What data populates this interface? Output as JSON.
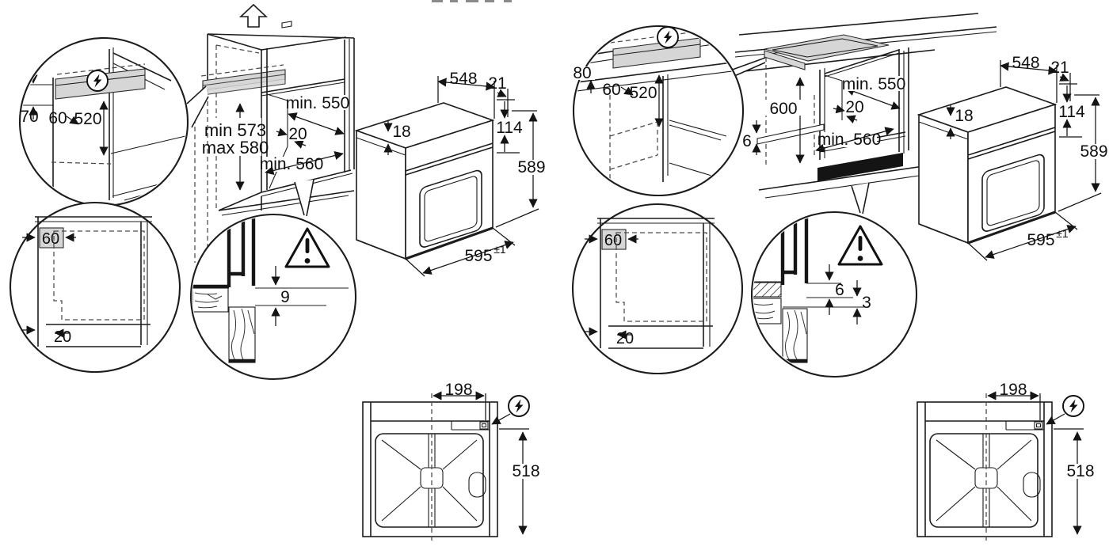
{
  "figure": "built-in oven installation dimension drawing (two build-in scenarios, millimetres)",
  "colors": {
    "line": "#1c1c1c",
    "shaded_zone": "#d6d6d6",
    "plinth_strip": "#141414"
  },
  "icons": {
    "electric_connection": "lightning-bolt-in-circle",
    "caution": "exclamation-mark-triangle",
    "removal_direction": "hollow-up-arrow"
  },
  "left": {
    "scenario": "tall cabinet build-in",
    "top_detail": {
      "zone_height": "70",
      "zone_side": "60",
      "zone_bottom": "520"
    },
    "cabinet": {
      "niche_height_min": "min 573",
      "niche_height_max": "max 580",
      "niche_depth": "min. 550",
      "rear_gap": "20",
      "niche_width": "min. 560"
    },
    "plan_detail": {
      "side_clearance": "60",
      "front_clearance": "20"
    },
    "gap_detail": {
      "gap": "9"
    },
    "oven": {
      "body_depth": "548",
      "door_depth": "21",
      "top_clearance": "18",
      "panel_height": "114",
      "height": "589",
      "width": "595",
      "width_tolerance": "±1"
    },
    "rear_view": {
      "terminal_offset": "198",
      "rear_height": "518"
    }
  },
  "right": {
    "scenario": "under-hob / worktop build-in",
    "top_detail": {
      "zone_height": "80",
      "zone_side": "60",
      "zone_bottom": "520"
    },
    "counter": {
      "cabinet_height": "600",
      "niche_depth": "min. 550",
      "rear_gap": "20",
      "front_rail": "6",
      "niche_width": "min. 560"
    },
    "plan_detail": {
      "side_clearance": "60",
      "front_clearance": "20"
    },
    "gap_detail": {
      "upper_gap": "6",
      "lower_gap": "3"
    },
    "oven": {
      "body_depth": "548",
      "door_depth": "21",
      "top_clearance": "18",
      "panel_height": "114",
      "height": "589",
      "width": "595",
      "width_tolerance": "±1"
    },
    "rear_view": {
      "terminal_offset": "198",
      "rear_height": "518"
    }
  }
}
